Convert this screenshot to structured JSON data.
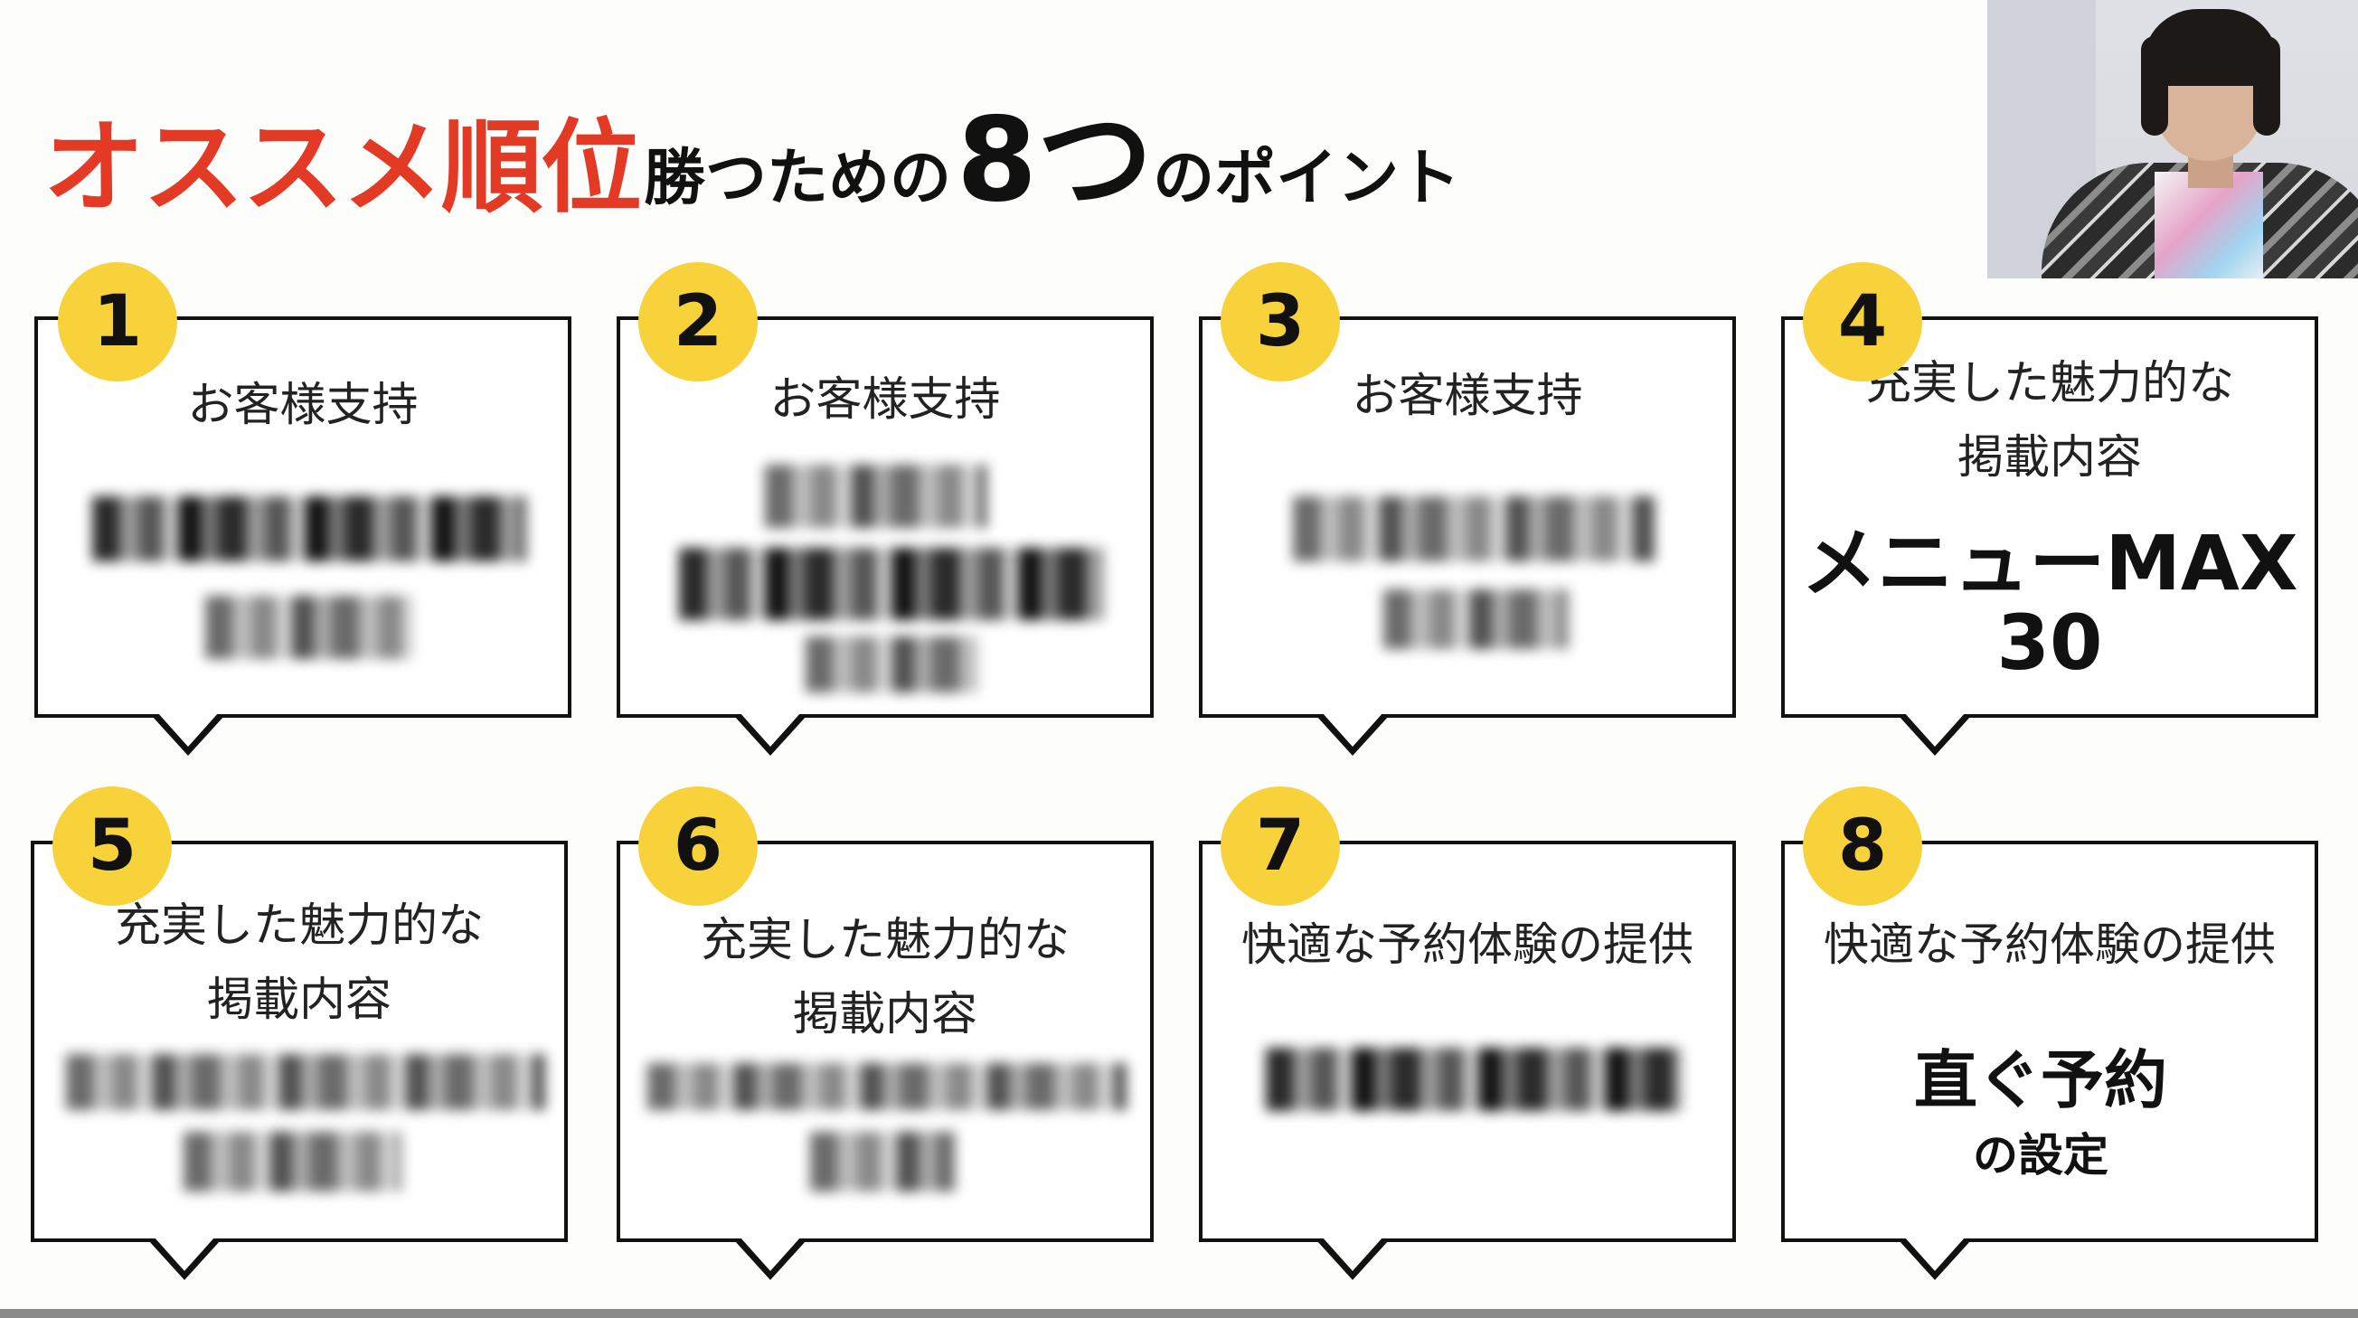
{
  "title": {
    "red": "オススメ順位",
    "mid": "勝つための",
    "num": "8つ",
    "end": "のポイント"
  },
  "points": [
    {
      "number": "1",
      "heading": "お客様支持"
    },
    {
      "number": "2",
      "heading": "お客様支持"
    },
    {
      "number": "3",
      "heading": "お客様支持"
    },
    {
      "number": "4",
      "heading": "充実した魅力的な\n掲載内容",
      "detail": "メニューMAX\n30"
    },
    {
      "number": "5",
      "heading": "充実した魅力的な\n掲載内容"
    },
    {
      "number": "6",
      "heading": "充実した魅力的な\n掲載内容"
    },
    {
      "number": "7",
      "heading": "快適な予約体験の提供"
    },
    {
      "number": "8",
      "heading": "快適な予約体験の提供",
      "detail_main": "直ぐ予約",
      "detail_sub": "の設定"
    }
  ],
  "colors": {
    "accent_red": "#e23a25",
    "badge_yellow": "#f7d23b",
    "border": "#111111"
  },
  "icons": [
    "presenter-video",
    "speech-bubble-tail",
    "number-badge"
  ]
}
